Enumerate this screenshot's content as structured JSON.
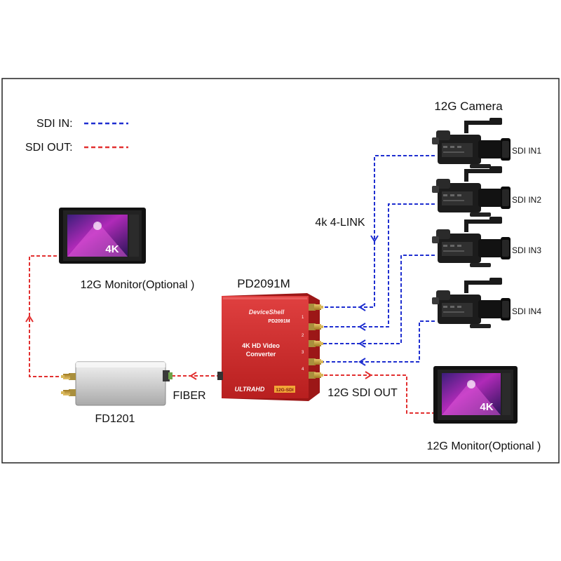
{
  "legend": {
    "sdi_in_label": "SDI IN:",
    "sdi_out_label": "SDI OUT:",
    "sdi_in_color": "#1f2fd0",
    "sdi_out_color": "#e23030"
  },
  "cameras": {
    "title": "12G Camera",
    "inputs": [
      "SDI IN1",
      "SDI IN2",
      "SDI IN3",
      "SDI IN4"
    ]
  },
  "link_label": "4k 4-LINK",
  "converter": {
    "model": "PD2091M",
    "brand": "DeviceShell",
    "face_model": "PD2091M",
    "line1": "4K HD Video",
    "line2": "Converter",
    "footer": "ULTRAHD",
    "badge": "12G-SDI",
    "port_numbers": [
      "1",
      "2",
      "3",
      "4"
    ]
  },
  "sdi_out_label": "12G SDI OUT",
  "fiber_label": "FIBER",
  "fiber_device": "FD1201",
  "monitor_top": {
    "label": "12G Monitor(Optional )",
    "screen_text": "4K"
  },
  "monitor_bottom": {
    "label": "12G Monitor(Optional )",
    "screen_text": "4K"
  }
}
